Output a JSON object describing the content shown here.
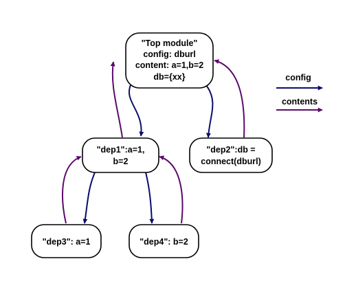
{
  "colors": {
    "config": "#0b0b6b",
    "contents": "#5b0a6b"
  },
  "nodes": {
    "top": {
      "lines": [
        "\"Top module\"",
        "config: dburl",
        "content: a=1,b=2",
        "db={xx}"
      ]
    },
    "dep1": {
      "lines": [
        "\"dep1\":a=1,",
        "b=2"
      ]
    },
    "dep2": {
      "lines": [
        "\"dep2\":db =",
        "connect(dburl)"
      ]
    },
    "dep3": {
      "lines": [
        "\"dep3\": a=1"
      ]
    },
    "dep4": {
      "lines": [
        "\"dep4\": b=2"
      ]
    }
  },
  "edges": [
    {
      "from": "top",
      "to": "dep1",
      "kind": "config"
    },
    {
      "from": "top",
      "to": "dep2",
      "kind": "config"
    },
    {
      "from": "dep1",
      "to": "dep3",
      "kind": "config"
    },
    {
      "from": "dep1",
      "to": "dep4",
      "kind": "config"
    },
    {
      "from": "dep1",
      "to": "top",
      "kind": "contents"
    },
    {
      "from": "dep2",
      "to": "top",
      "kind": "contents"
    },
    {
      "from": "dep3",
      "to": "dep1",
      "kind": "contents"
    },
    {
      "from": "dep4",
      "to": "dep1",
      "kind": "contents"
    }
  ],
  "legend": {
    "config_label": "config",
    "contents_label": "contents"
  }
}
